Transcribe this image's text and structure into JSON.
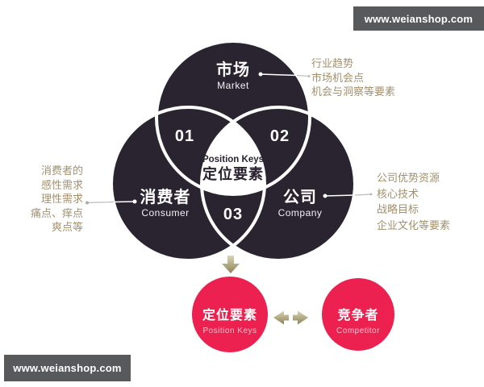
{
  "banners": {
    "top": "www.weianshop.com",
    "bottom": "www.weianshop.com"
  },
  "venn": {
    "market": {
      "zh": "市场",
      "en": "Market"
    },
    "consumer": {
      "zh": "消费者",
      "en": "Consumer"
    },
    "company": {
      "zh": "公司",
      "en": "Company"
    },
    "center": {
      "en": "Position Keys",
      "zh": "定位要素"
    },
    "numbers": {
      "n1": "01",
      "n2": "02",
      "n3": "03"
    }
  },
  "annotations": {
    "market": {
      "lines": [
        "行业趋势",
        "市场机会点",
        "机会与洞察等要素"
      ]
    },
    "consumer": {
      "lines": [
        "消费者的",
        "感性需求",
        "理性需求",
        "痛点、痒点",
        "爽点等"
      ]
    },
    "company": {
      "lines": [
        "公司优势资源",
        "核心技术",
        "战略目标",
        "企业文化等要素"
      ]
    }
  },
  "bottom": {
    "position": {
      "zh": "定位要素",
      "en": "Position Keys"
    },
    "competitor": {
      "zh": "竞争者",
      "en": "Competitor"
    }
  },
  "colors": {
    "dark_circle": "#2a2430",
    "red_circle": "#ec2150",
    "annotation_text": "#a3906b",
    "banner_bg": "#58595b",
    "arrow_tan_light": "#dcd3b4",
    "arrow_tan_dark": "#8d8259"
  }
}
